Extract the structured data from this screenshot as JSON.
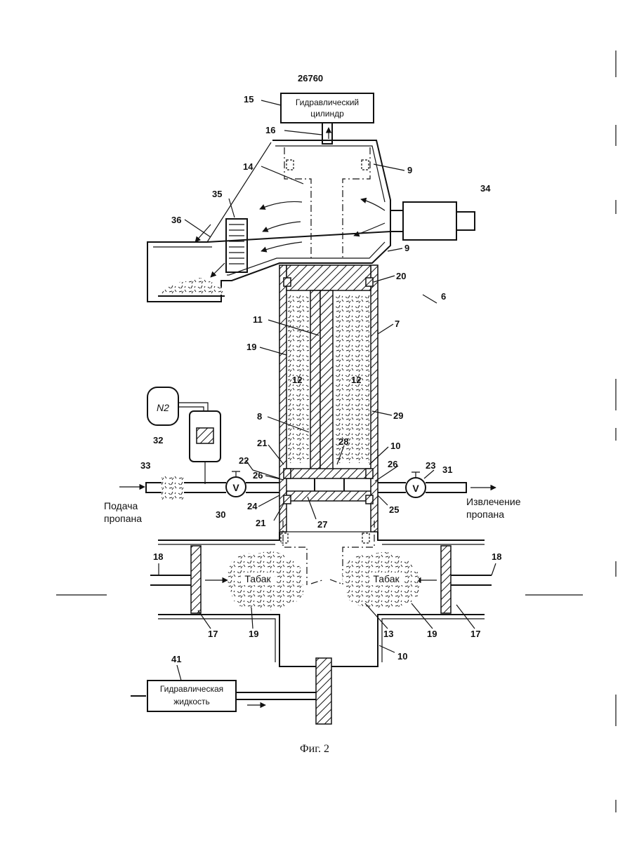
{
  "document_number": "26760",
  "caption": "Фиг. 2",
  "boxes": {
    "hydraulic_cylinder": {
      "line1": "Гидравлический",
      "line2": "цилиндр"
    },
    "hydraulic_fluid": {
      "line1": "Гидравлическая",
      "line2": "жидкость"
    },
    "gas_tank": "N2"
  },
  "side_labels": {
    "propane_in": {
      "line1": "Подача",
      "line2": "пропана"
    },
    "propane_out": {
      "line1": "Извлечение",
      "line2": "пропана"
    }
  },
  "tobacco_left": "Табак",
  "tobacco_right": "Табак",
  "valve_symbol": "V",
  "reference_numerals": {
    "n15": "15",
    "n16": "16",
    "n14": "14",
    "n9a": "9",
    "n9b": "9",
    "n34": "34",
    "n35": "35",
    "n36": "36",
    "n20": "20",
    "n6": "6",
    "n7": "7",
    "n11": "11",
    "n19a": "19",
    "n12a": "12",
    "n12b": "12",
    "n8": "8",
    "n29": "29",
    "n32": "32",
    "n21a": "21",
    "n28": "28",
    "n10a": "10",
    "n33": "33",
    "n22": "22",
    "n26a": "26",
    "n26b": "26",
    "n23": "23",
    "n31": "31",
    "n30": "30",
    "n24": "24",
    "n25": "25",
    "n21b": "21",
    "n27": "27",
    "n18a": "18",
    "n18b": "18",
    "n17a": "17",
    "n19b": "19",
    "n13": "13",
    "n19c": "19",
    "n17b": "17",
    "n10b": "10",
    "n41": "41"
  }
}
